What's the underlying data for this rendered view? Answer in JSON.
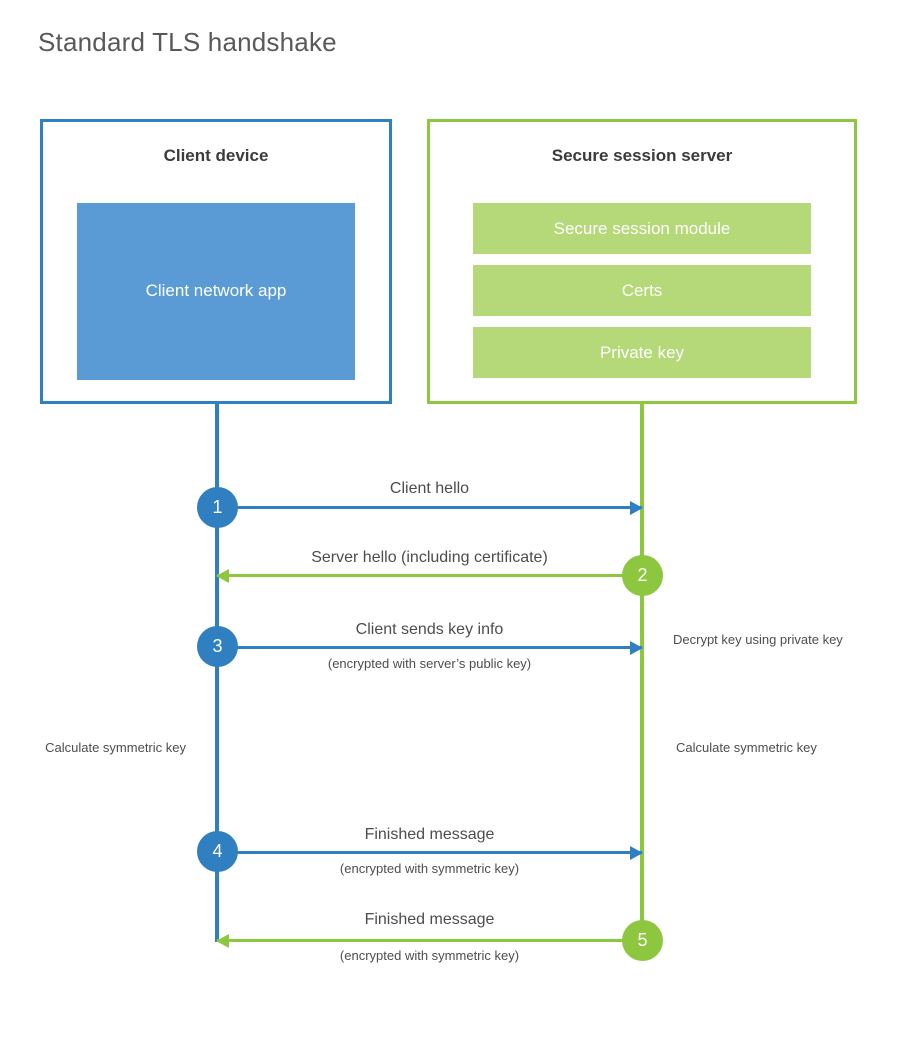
{
  "diagram": {
    "title": "Standard TLS handshake",
    "colors": {
      "client_blue": "#2f7fc1",
      "client_app_fill": "#5b9bd5",
      "server_green": "#8dc63f",
      "server_bar_fill": "#b5d878",
      "text_gray": "#4d4d4f",
      "title_gray": "#58595b"
    },
    "client": {
      "title": "Client device",
      "app_label": "Client network app"
    },
    "server": {
      "title": "Secure session server",
      "components": [
        "Secure session module",
        "Certs",
        "Private key"
      ]
    },
    "steps": [
      {
        "number": "1",
        "label": "Client hello",
        "sublabel": "",
        "direction": "client-to-server",
        "color": "blue"
      },
      {
        "number": "2",
        "label": "Server hello (including certificate)",
        "sublabel": "",
        "direction": "server-to-client",
        "color": "green"
      },
      {
        "number": "3",
        "label": "Client sends key info",
        "sublabel": "(encrypted with server’s public key)",
        "direction": "client-to-server",
        "color": "blue"
      },
      {
        "number": "4",
        "label": "Finished message",
        "sublabel": "(encrypted with symmetric key)",
        "direction": "client-to-server",
        "color": "blue"
      },
      {
        "number": "5",
        "label": "Finished message",
        "sublabel": "(encrypted with symmetric key)",
        "direction": "server-to-client",
        "color": "green"
      }
    ],
    "notes": {
      "server_decrypt": "Decrypt key using private key",
      "client_calculate": "Calculate symmetric key",
      "server_calculate": "Calculate symmetric key"
    }
  }
}
